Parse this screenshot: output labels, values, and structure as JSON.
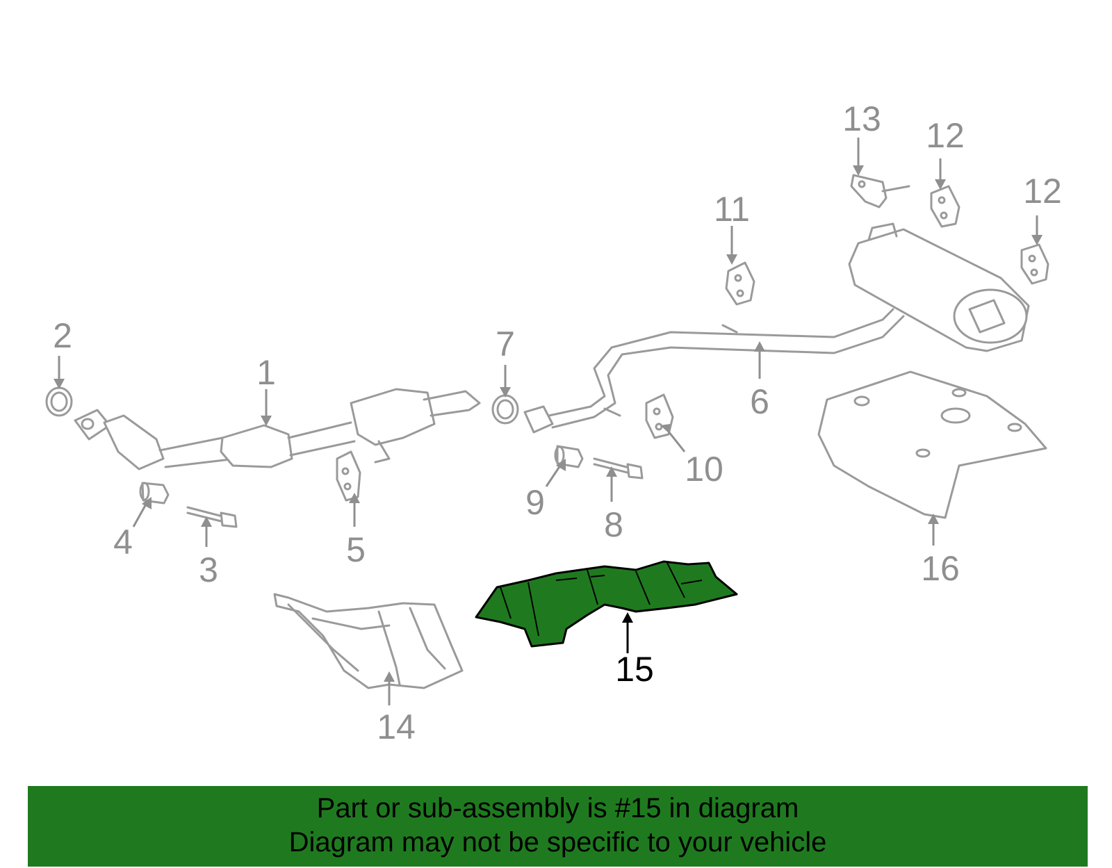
{
  "colors": {
    "highlight": "#1f7a1f",
    "part_stroke": "#9a9a9a",
    "callout_gray": "#8f8f8f",
    "banner_bg": "#1f7a1f"
  },
  "callouts": [
    {
      "id": "1",
      "label": "1"
    },
    {
      "id": "2",
      "label": "2"
    },
    {
      "id": "3",
      "label": "3"
    },
    {
      "id": "4",
      "label": "4"
    },
    {
      "id": "5",
      "label": "5"
    },
    {
      "id": "6",
      "label": "6"
    },
    {
      "id": "7",
      "label": "7"
    },
    {
      "id": "8",
      "label": "8"
    },
    {
      "id": "9",
      "label": "9"
    },
    {
      "id": "10",
      "label": "10"
    },
    {
      "id": "11",
      "label": "11"
    },
    {
      "id": "12a",
      "label": "12"
    },
    {
      "id": "12b",
      "label": "12"
    },
    {
      "id": "13",
      "label": "13"
    },
    {
      "id": "14",
      "label": "14"
    },
    {
      "id": "15",
      "label": "15"
    },
    {
      "id": "16",
      "label": "16"
    }
  ],
  "highlighted_part": "15",
  "banner": {
    "line1": "Part or sub-assembly is #15 in diagram",
    "line2": "Diagram may not be specific to your vehicle"
  }
}
